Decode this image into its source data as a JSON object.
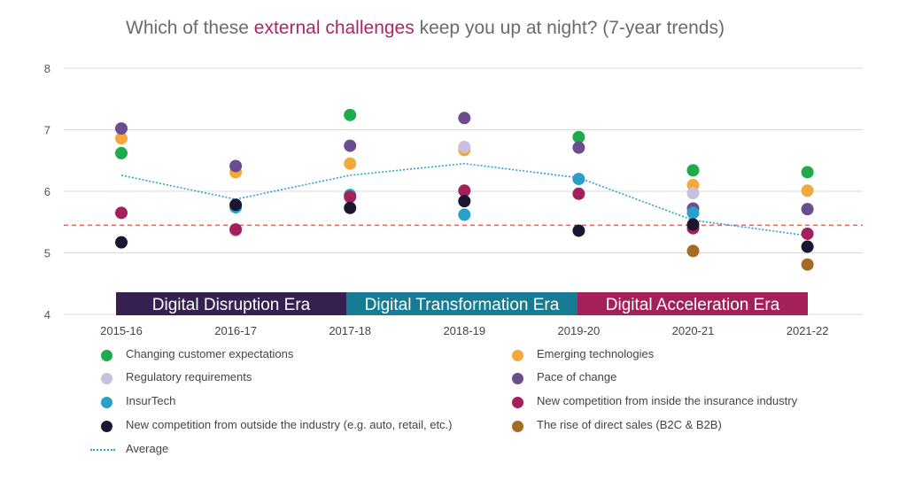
{
  "title": {
    "prefix": "Which of these ",
    "highlight": "external challenges",
    "suffix": " keep you up at night? (7-year trends)",
    "highlight_color": "#b0256a"
  },
  "colors": {
    "Changing customer expectations": "#1faa4d",
    "Emerging technologies": "#f2a93b",
    "Regulatory requirements": "#c8c0dd",
    "Pace of change": "#6a4d8e",
    "InsurTech": "#2a9fc7",
    "New competition from inside the insurance industry": "#a3205a",
    "New competition from outside the industry (e.g. auto, retail, etc.)": "#1c1530",
    "The rise of direct sales (B2C & B2B)": "#a56b22",
    "Average": "#2ba3c6",
    "reference_line": "#d9534f"
  },
  "eras": [
    {
      "label": "Digital Disruption Era",
      "color": "#35204f"
    },
    {
      "label": "Digital Transformation Era",
      "color": "#167b93"
    },
    {
      "label": "Digital Acceleration Era",
      "color": "#a3205a"
    }
  ],
  "legend": [
    {
      "label": "Changing customer expectations"
    },
    {
      "label": "Emerging technologies"
    },
    {
      "label": "Regulatory requirements"
    },
    {
      "label": "Pace of change"
    },
    {
      "label": "InsurTech"
    },
    {
      "label": "New competition from inside the insurance industry"
    },
    {
      "label": "New competition from outside the industry (e.g. auto, retail, etc.)"
    },
    {
      "label": "The rise of direct sales (B2C & B2B)"
    },
    {
      "label": "Average"
    }
  ],
  "chart_data": {
    "type": "scatter",
    "categories": [
      "2015-16",
      "2016-17",
      "2017-18",
      "2018-19",
      "2019-20",
      "2020-21",
      "2021-22"
    ],
    "ylim": [
      4,
      8
    ],
    "yticks": [
      4,
      5,
      6,
      7,
      8
    ],
    "grid": true,
    "reference_line": 5.45,
    "series": [
      {
        "name": "Changing customer expectations",
        "values": [
          6.62,
          null,
          7.24,
          null,
          6.88,
          6.34,
          6.31
        ]
      },
      {
        "name": "Emerging technologies",
        "values": [
          6.86,
          6.31,
          6.45,
          6.67,
          null,
          6.1,
          6.01
        ]
      },
      {
        "name": "Regulatory requirements",
        "values": [
          null,
          5.36,
          null,
          6.72,
          null,
          5.97,
          null
        ]
      },
      {
        "name": "Pace of change",
        "values": [
          7.02,
          6.41,
          6.74,
          7.19,
          6.71,
          5.72,
          5.71
        ]
      },
      {
        "name": "InsurTech",
        "values": [
          null,
          5.74,
          5.94,
          5.62,
          6.2,
          5.65,
          null
        ]
      },
      {
        "name": "New competition from inside the insurance industry",
        "values": [
          5.65,
          5.38,
          5.91,
          6.01,
          5.96,
          5.4,
          5.31
        ]
      },
      {
        "name": "New competition from outside the industry (e.g. auto, retail, etc.)",
        "values": [
          5.17,
          5.78,
          5.73,
          5.84,
          5.36,
          5.46,
          5.1
        ]
      },
      {
        "name": "The rise of direct sales (B2C & B2B)",
        "values": [
          null,
          null,
          null,
          null,
          null,
          5.03,
          4.81
        ]
      }
    ],
    "average": {
      "name": "Average",
      "values": [
        6.26,
        5.87,
        6.26,
        6.45,
        6.22,
        5.53,
        5.28
      ]
    }
  }
}
